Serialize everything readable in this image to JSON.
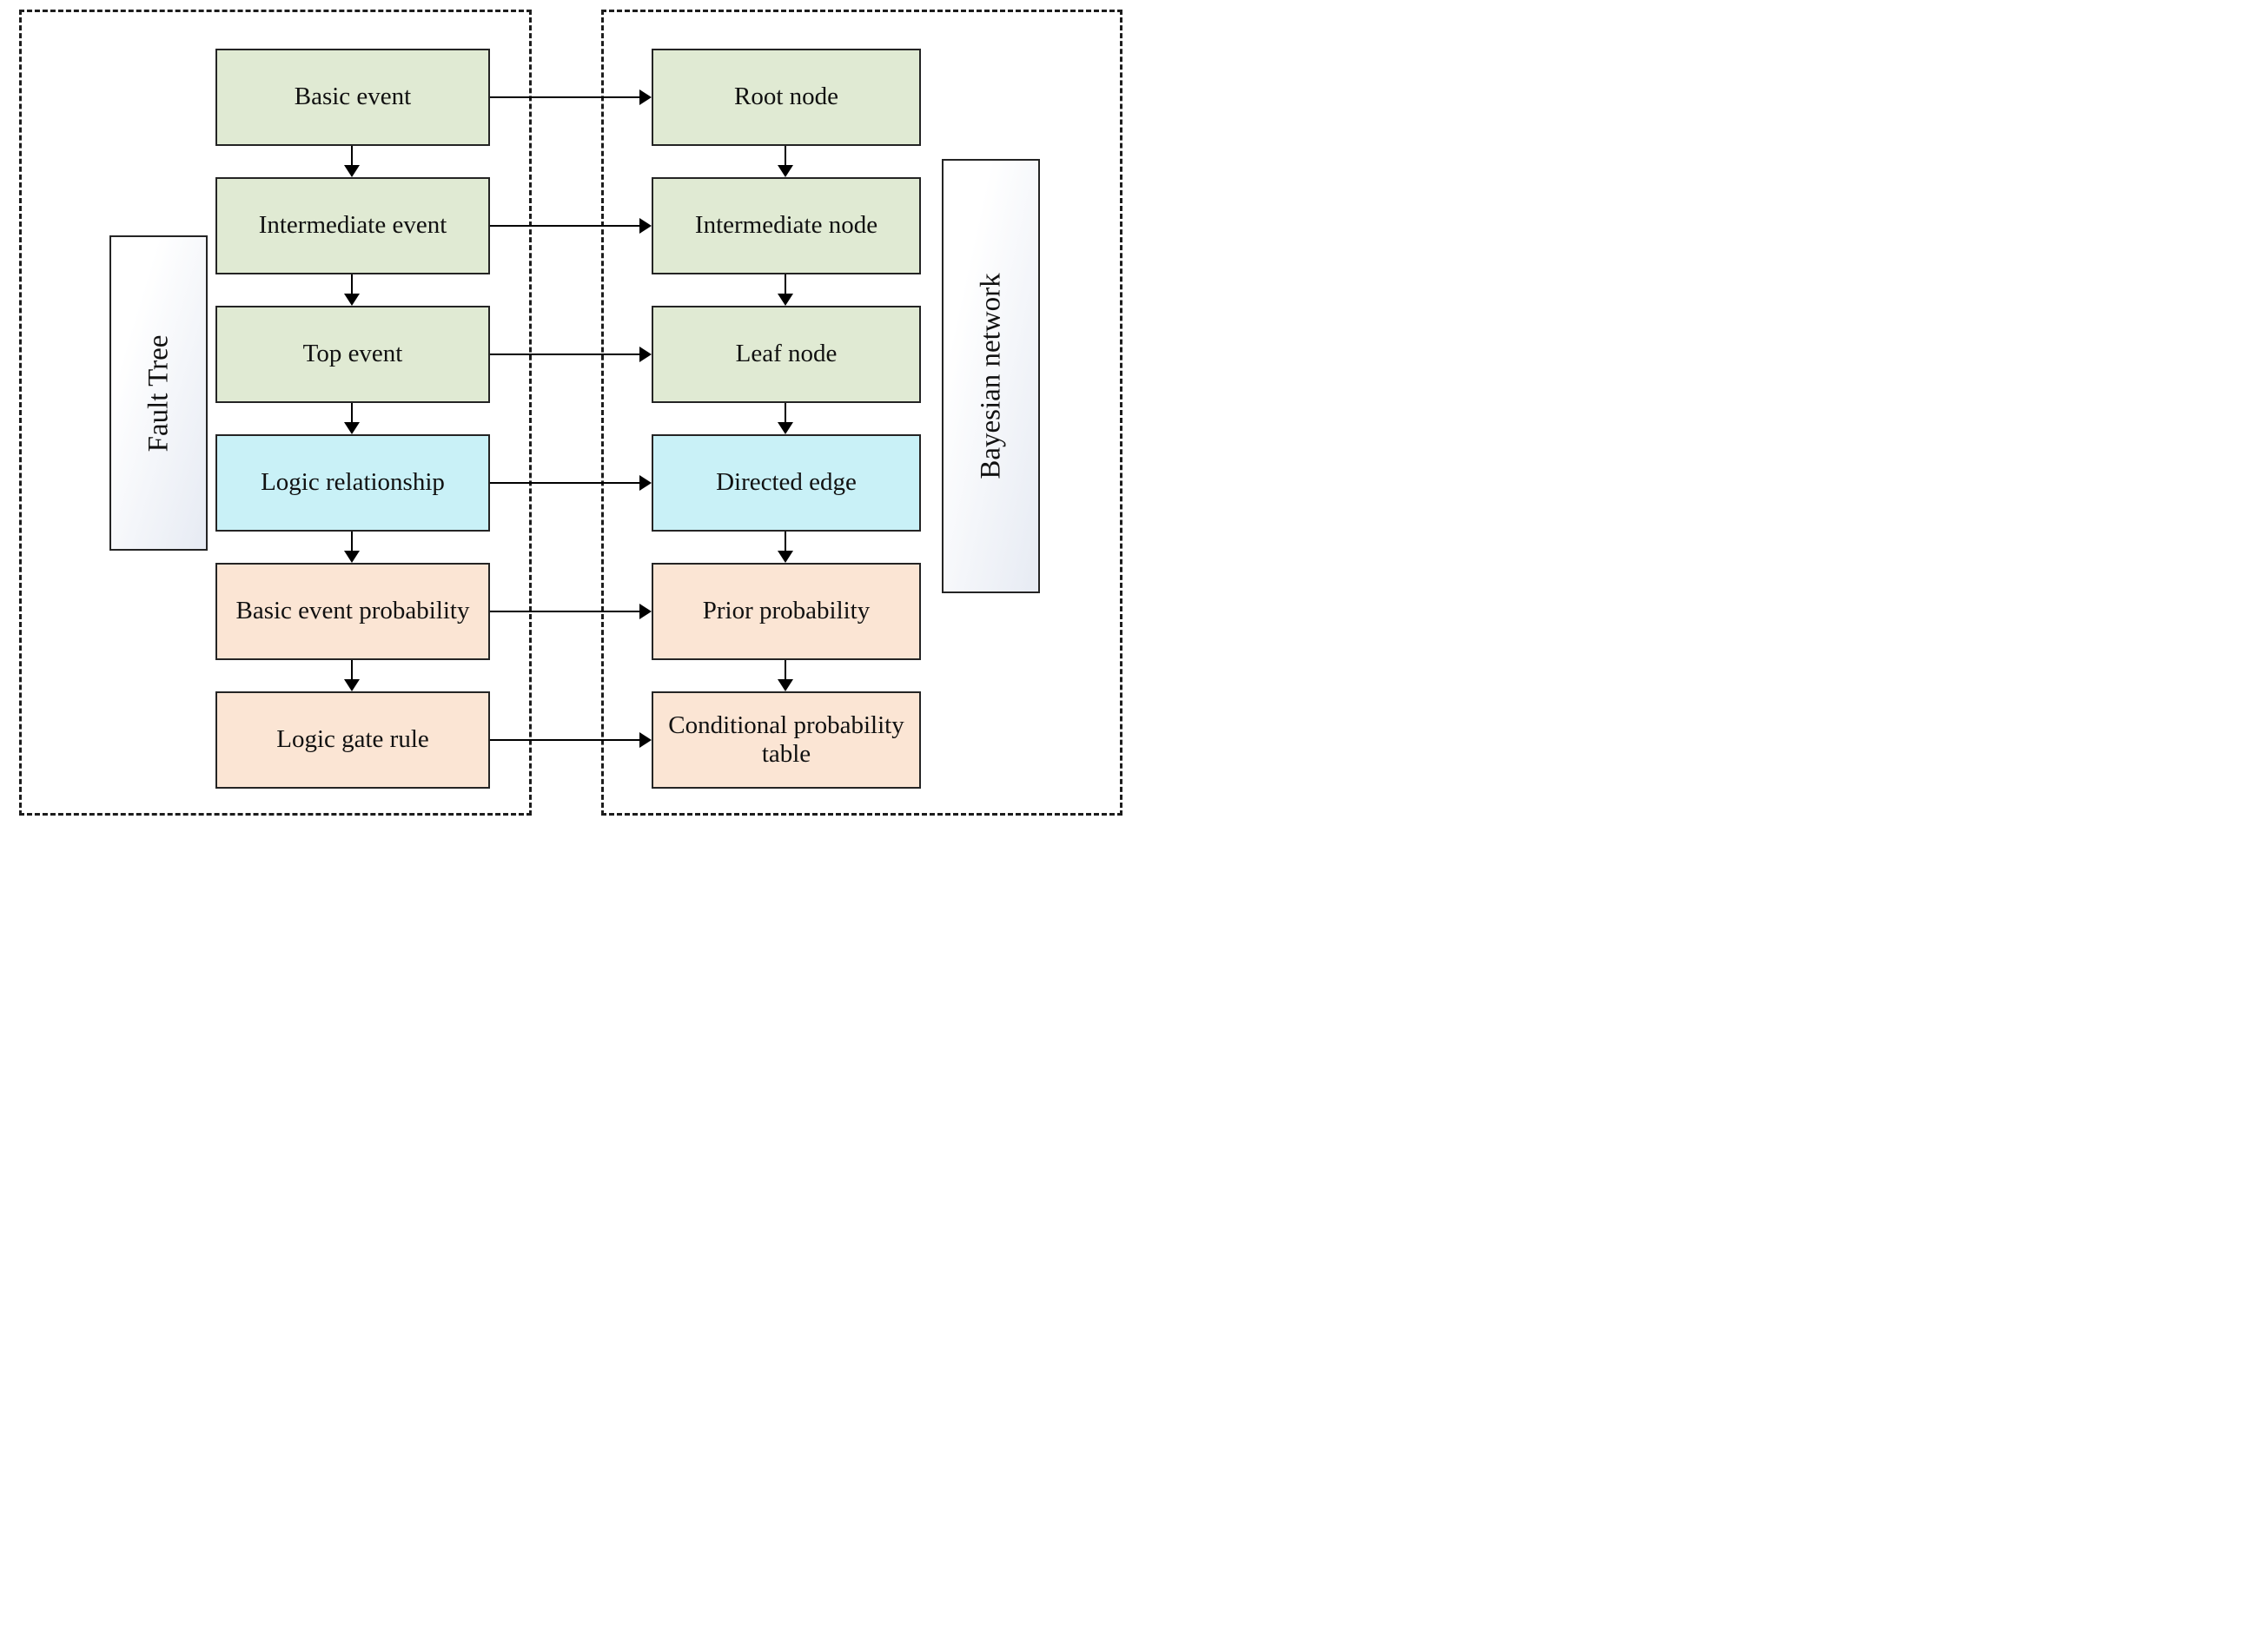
{
  "diagram": {
    "fault_tree": {
      "label": "Fault Tree",
      "boxes": [
        {
          "label": "Basic event",
          "type": "green"
        },
        {
          "label": "Intermediate event",
          "type": "green"
        },
        {
          "label": "Top event",
          "type": "green"
        },
        {
          "label": "Logic relationship",
          "type": "cyan"
        },
        {
          "label": "Basic event probability",
          "type": "peach"
        },
        {
          "label": "Logic gate rule",
          "type": "peach"
        }
      ]
    },
    "bayesian_network": {
      "label": "Bayesian network",
      "boxes": [
        {
          "label": "Root node",
          "type": "green"
        },
        {
          "label": "Intermediate node",
          "type": "green"
        },
        {
          "label": "Leaf node",
          "type": "green"
        },
        {
          "label": "Directed edge",
          "type": "cyan"
        },
        {
          "label": "Prior probability",
          "type": "peach"
        },
        {
          "label": "Conditional probability table",
          "type": "peach"
        }
      ]
    },
    "mappings": [
      {
        "from": "Basic event",
        "to": "Root node"
      },
      {
        "from": "Intermediate event",
        "to": "Intermediate node"
      },
      {
        "from": "Top event",
        "to": "Leaf node"
      },
      {
        "from": "Logic relationship",
        "to": "Directed edge"
      },
      {
        "from": "Basic event probability",
        "to": "Prior probability"
      },
      {
        "from": "Logic gate rule",
        "to": "Conditional probability table"
      }
    ],
    "colors": {
      "green": "#e0ead3",
      "cyan": "#c9f1f7",
      "peach": "#fbe5d4",
      "box_border": "#242424",
      "dashed_border": "#1c1c1c",
      "arrow": "#000000",
      "label_gradient_start": "#ffffff",
      "label_gradient_end": "#e8ecf4"
    }
  }
}
